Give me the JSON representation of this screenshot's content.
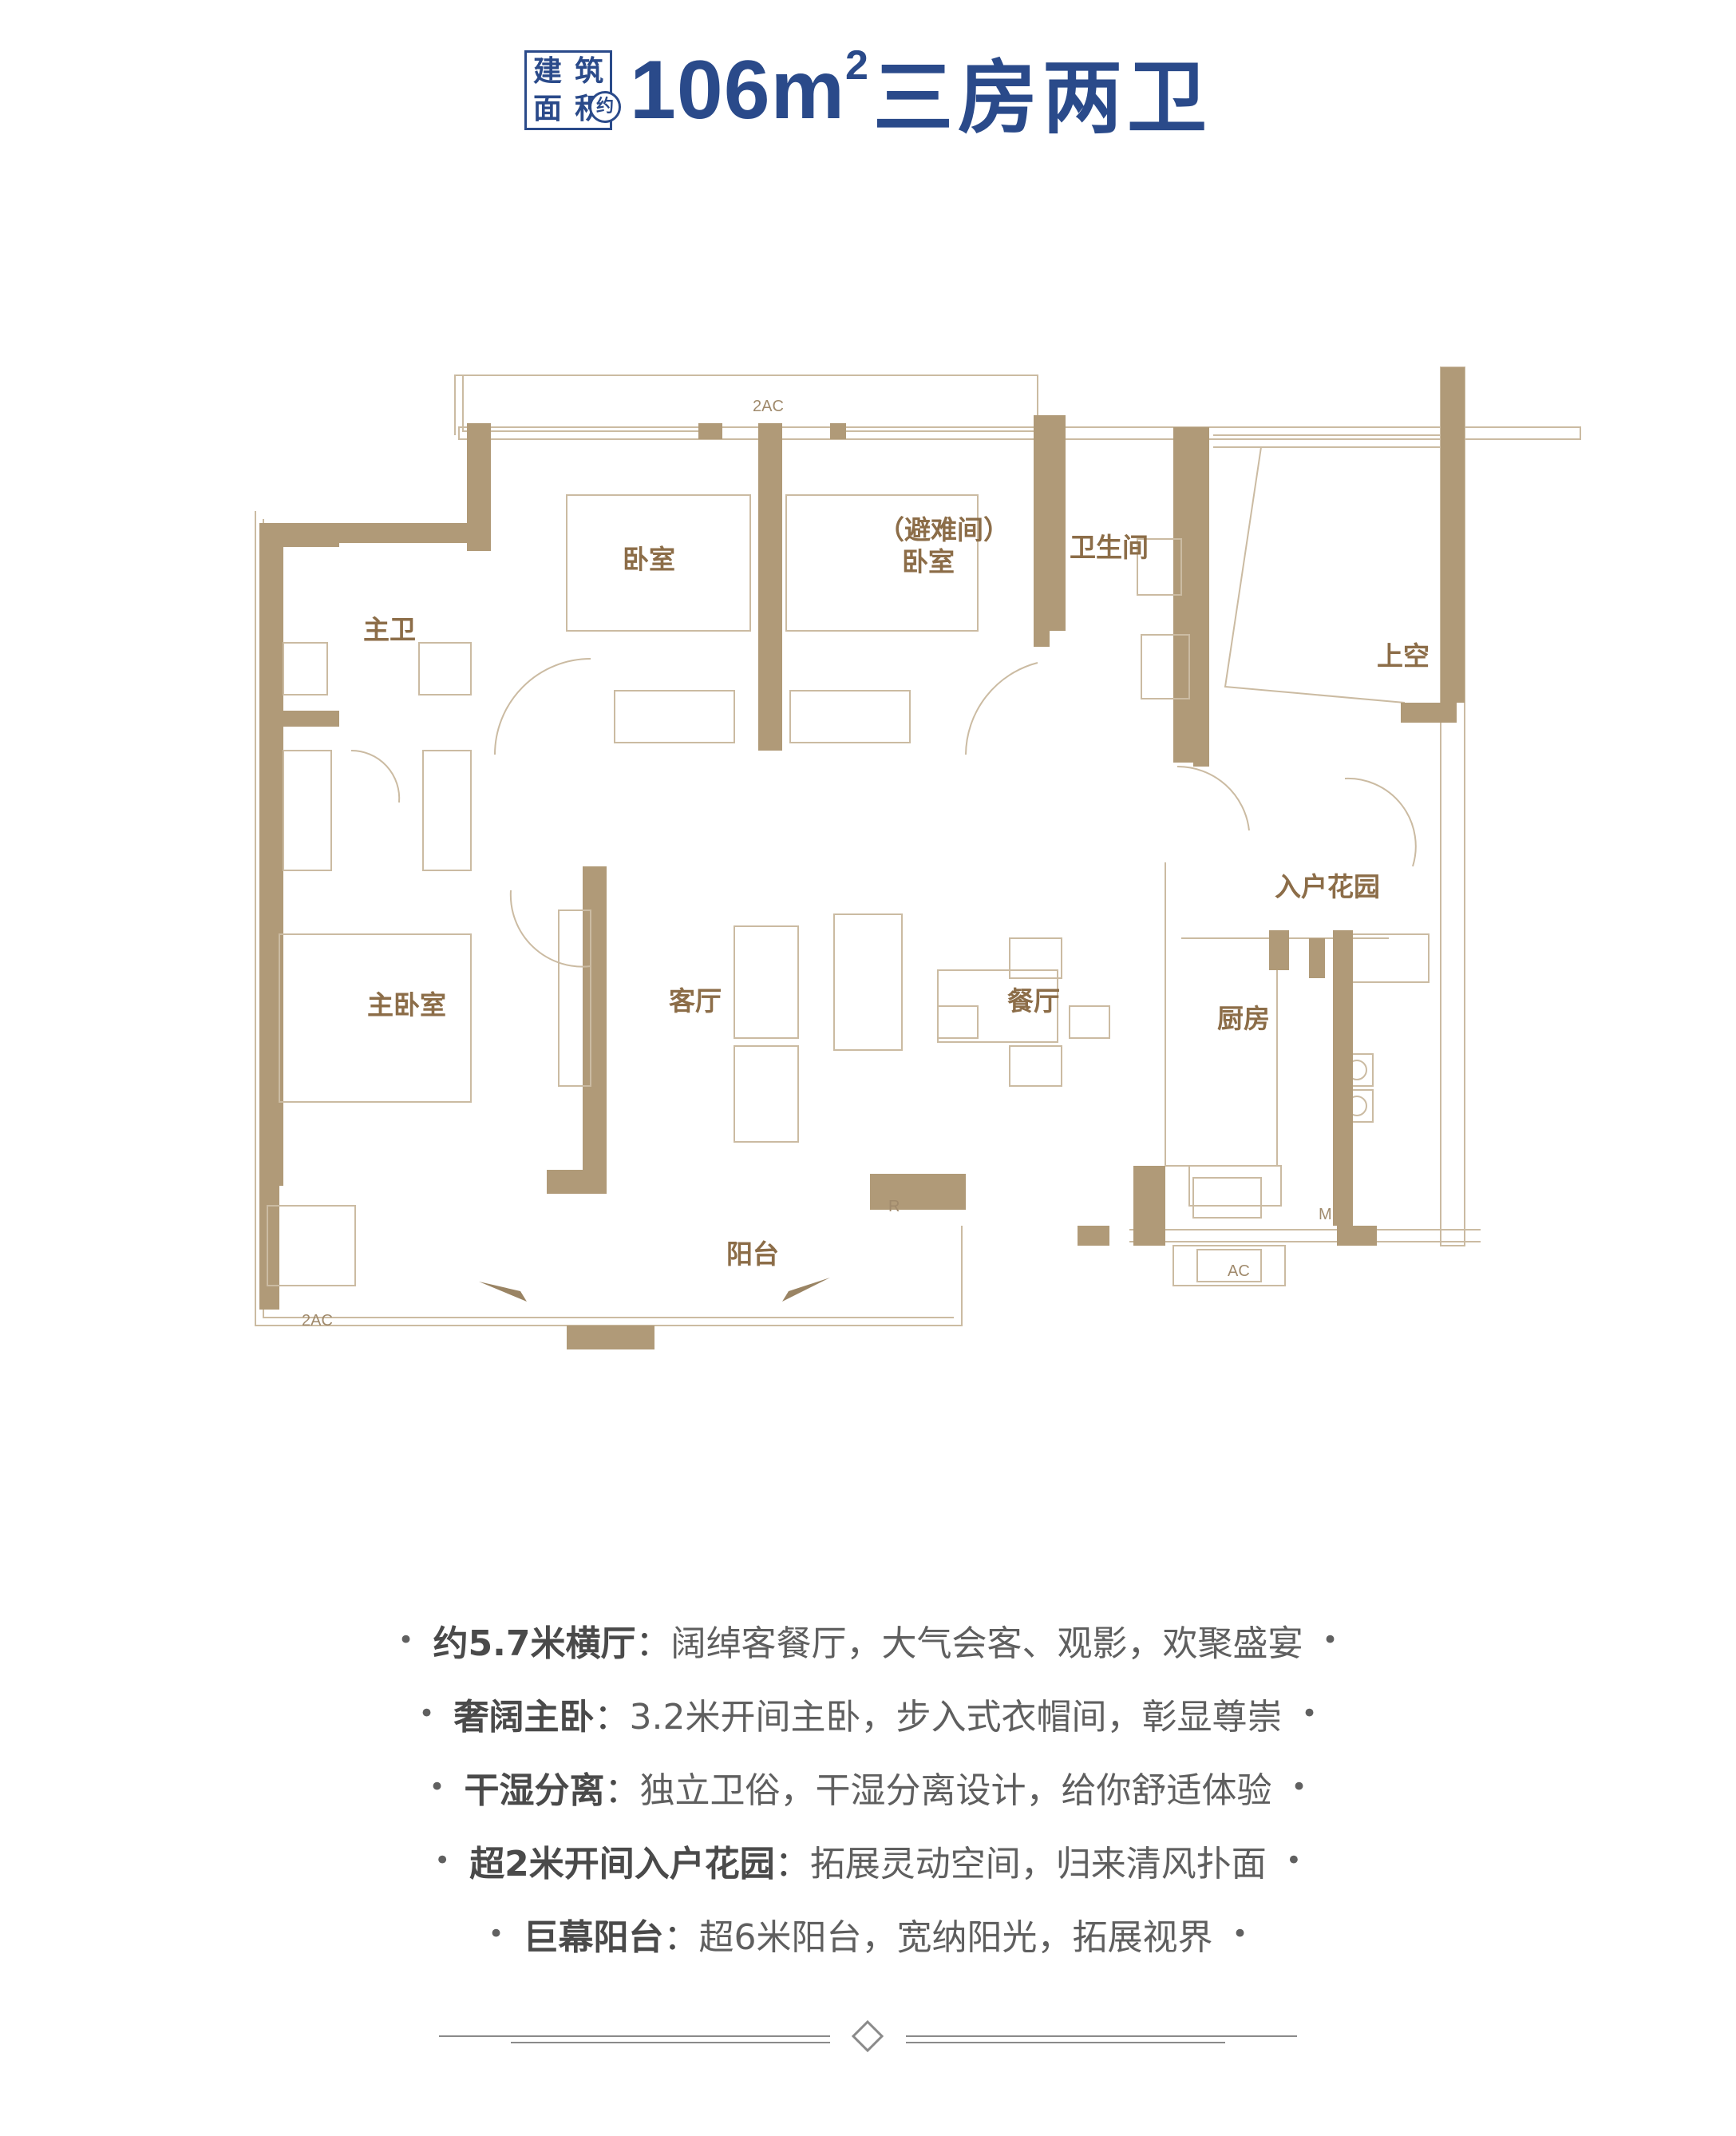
{
  "header": {
    "badge_chars": [
      "建",
      "筑",
      "面",
      "积"
    ],
    "badge_about": "约",
    "area": "106m",
    "area_sup": "2",
    "layout": "三房两卫"
  },
  "rooms": {
    "bedroom": "卧室",
    "refuge_note": "（避难间）",
    "refuge_bedroom": "卧室",
    "toilet": "卫生间",
    "void": "上空",
    "master_bath": "主卫",
    "entrance_garden": "入户花园",
    "master_bedroom": "主卧室",
    "living": "客厅",
    "dining": "餐厅",
    "kitchen": "厨房",
    "balcony": "阳台"
  },
  "equipment": {
    "ac_top": "2AC",
    "ac_bottom_left": "2AC",
    "ac_bottom_right": "AC",
    "r_marker": "R",
    "m_marker": "M"
  },
  "features": [
    {
      "key": "约5.7米横厅",
      "sep": "：",
      "desc": "阔绰客餐厅，大气会客、观影，欢聚盛宴"
    },
    {
      "key": "奢阔主卧",
      "sep": "：",
      "desc": "3.2米开间主卧，步入式衣帽间，彰显尊崇"
    },
    {
      "key": "干湿分离",
      "sep": "：",
      "desc": "独立卫俗，干湿分离设计，给你舒适体验"
    },
    {
      "key": "超2米开间入户花园",
      "sep": "：",
      "desc": "拓展灵动空间，归来清风扑面"
    },
    {
      "key": "巨幕阳台",
      "sep": "：",
      "desc": "超6米阳台，宽纳阳光，拓展视界"
    }
  ],
  "bullet": "•",
  "colors": {
    "title": "#2a4a8a",
    "wall": "#b09a78",
    "line": "#cbbba2",
    "text": "#5f5f5f"
  }
}
